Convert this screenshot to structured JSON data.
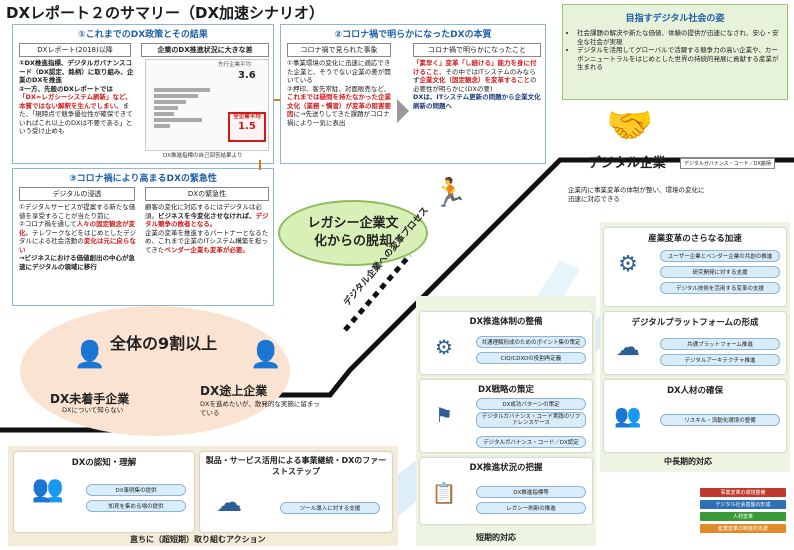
{
  "title": "DXレポート２のサマリー（DX加速シナリオ）",
  "panel1": {
    "title": "①これまでのDX政策とその結果",
    "left_header": "DXレポート(2018)以降",
    "left_text_1": "①DX推進指標、デジタルガバナンスコード（DX認定、銘柄）に取り組み、企業のDXを推進",
    "left_text_2": "②一方、先般のDXレポートでは",
    "left_text_red": "「DX=レガシーシステム刷新」など、本質ではない解釈を生んでしまい、",
    "left_text_3": "また、「現時点で競争優位性が確保できていればこれ以上のDXは不要である」という受け止めも",
    "right_header": "企業のDX推進状況に大きな差",
    "chart_label_top": "先行企業平均",
    "chart_value_top": "3.6",
    "chart_label_bottom": "全企業平均",
    "chart_value_bottom": "1.5",
    "chart_caption": "DX推進指標の自己回答結果より"
  },
  "panel2": {
    "title": "②コロナ禍で明らかになったDXの本質",
    "left_header": "コロナ禍で見られた事象",
    "left_text_1": "①事業環境の変化に迅速に適応できた企業と、そうでない企業の差が開いている",
    "left_text_2": "②押印、客先常駐、対面販売など、",
    "left_text_red": "これまでは疑問を持たなかった企業文化（業務・慣習）が変革の阻害要因",
    "left_text_3": "に→先送りしてきた課題がコロナ禍により一気に表出",
    "right_header": "コロナ禍で明らかになったこと",
    "right_text_red": "「素早く」変革「し続ける」能力を身に付けること",
    "right_text_1": "、その中ではITシステムのみならず",
    "right_text_red2": "企業文化（固定観念）を変革すること",
    "right_text_2": "の必要性が明らかに(DXの要)",
    "right_text_bold": "DXは、ITシステム更新の問題から企業文化刷新の問題へ"
  },
  "panel3": {
    "title": "③コロナ禍により高まるDXの緊急性",
    "left_header": "デジタルの浸透",
    "left_text_1": "①デジタルサービスが提案する新たな価値を享受することが当たり前に",
    "left_text_2": "②コロナ禍を通して",
    "left_text_red": "人々の固定観念が変化",
    "left_text_3": "。テレワークなどをはじめとしたデジタルによる社会活動の",
    "left_text_red2": "変化は元に戻らない",
    "left_text_4": "→ビジネスにおける価値創出の中心が急速にデジタルの領域に移行",
    "right_header": "DXの緊急性",
    "right_text_1": "顧客の変化に対応するにはデジタルは必須。",
    "right_text_bold": "ビジネスを今変化させなければ、",
    "right_text_red": "デジタル競争の敗者となる。",
    "right_text_2": "企業の変革を推進するパートナーとなるため、これまで企業のITシステム構築を担ってきた",
    "right_text_red2": "ベンダー企業も変革が必要。"
  },
  "goal": {
    "title": "目指すデジタル社会の姿",
    "bullet_1": "社会課題の解決や新たな価値、体験の提供が迅速になされ、安心・安全な社会が実現",
    "bullet_2": "デジタルを活用してグローバルで活躍する競争力の高い企業や、カーボンニュートラルをはじめとした世界の持続的発展に貢献する産業が生まれる"
  },
  "digital_company": {
    "label": "デジタル企業",
    "tag": "デジタルガバナンス・コード／DX銘柄",
    "desc": "企業内に事業変革の体制が整い、環境の変化に迅速に対応できる"
  },
  "cloud_text": "レガシー企業文化からの脱却",
  "process_text": "デジタル企業への変革プロセス",
  "majority_text": "全体の9割以上",
  "dx_not_started": {
    "label": "DX未着手企業",
    "desc": "DXについて知らない"
  },
  "dx_in_progress": {
    "label": "DX途上企業",
    "desc": "DXを進めたいが、散発的な実施に留まっている"
  },
  "immediate": {
    "footer": "直ちに（超短期）取り組むアクション",
    "card1": {
      "title": "DXの認知・理解",
      "pills": [
        "DX事例集の提供",
        "知見を集める場の提供"
      ]
    },
    "card2": {
      "title": "製品・サービス活用による事業継続・DXのファーストステップ",
      "pills": [
        "ツール導入に対する支援"
      ]
    }
  },
  "short": {
    "footer": "短期的対応",
    "card1": {
      "title": "DX推進体制の整備",
      "pills": [
        "共通理解形成のためのポイント集の策定",
        "CIO/CDXOの役割再定義"
      ]
    },
    "card2": {
      "title": "DX戦略の策定",
      "pills": [
        "DX成功パターンの策定",
        "デジタルガバナンス・コード実践のリファレンスケース",
        "デジタルガバナンス・コード／DX認定"
      ]
    },
    "card3": {
      "title": "DX推進状況の把握",
      "pills": [
        "DX推進指標等",
        "レガシー刷新の推進"
      ]
    }
  },
  "mid": {
    "footer": "中長期的対応",
    "card1": {
      "title": "産業変革のさらなる加速",
      "pills": [
        "ユーザー企業とベンダー企業の共創の推進",
        "研究開発に対する支援",
        "デジタル技術を活用する変革の支援"
      ]
    },
    "card2": {
      "title": "デジタルプラットフォームの形成",
      "pills": [
        "共通プラットフォーム推進",
        "デジタルアーキテクチャ推進"
      ]
    },
    "card3": {
      "title": "DX人材の確保",
      "pills": [
        "リスキル・流動化環境の整備"
      ]
    }
  },
  "legend": [
    {
      "label": "事業変革の環境整備",
      "color": "#c0392b"
    },
    {
      "label": "デジタル社会基盤の形成",
      "color": "#2e6fb7"
    },
    {
      "label": "人材変革",
      "color": "#3a9a3a"
    },
    {
      "label": "産業変革の制度的支援",
      "color": "#e08a2a"
    }
  ],
  "colors": {
    "accent_blue": "#1f5fa8",
    "accent_red": "#d01a1a",
    "goal_green": "#e6f2da",
    "bottom_beige": "#f2ecd8"
  }
}
